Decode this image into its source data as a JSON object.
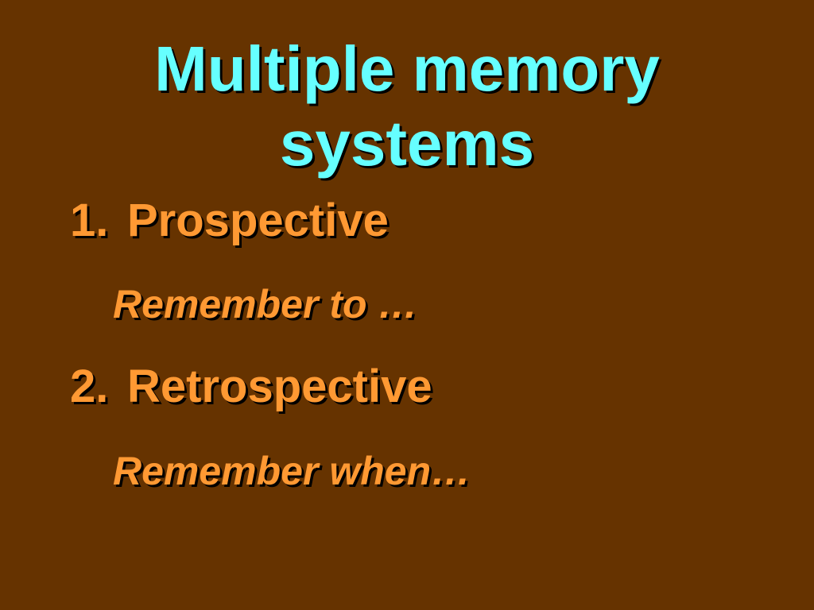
{
  "slide": {
    "title_line_1": "Multiple memory",
    "title_line_2": "systems",
    "items": [
      {
        "number": "1.",
        "label": "Prospective",
        "sub": "Remember to …"
      },
      {
        "number": "2.",
        "label": "Retrospective",
        "sub": "Remember when…"
      }
    ]
  },
  "colors": {
    "background": "#663300",
    "title": "#66ffff",
    "body_text": "#ff9933",
    "shadow": "#000000"
  }
}
